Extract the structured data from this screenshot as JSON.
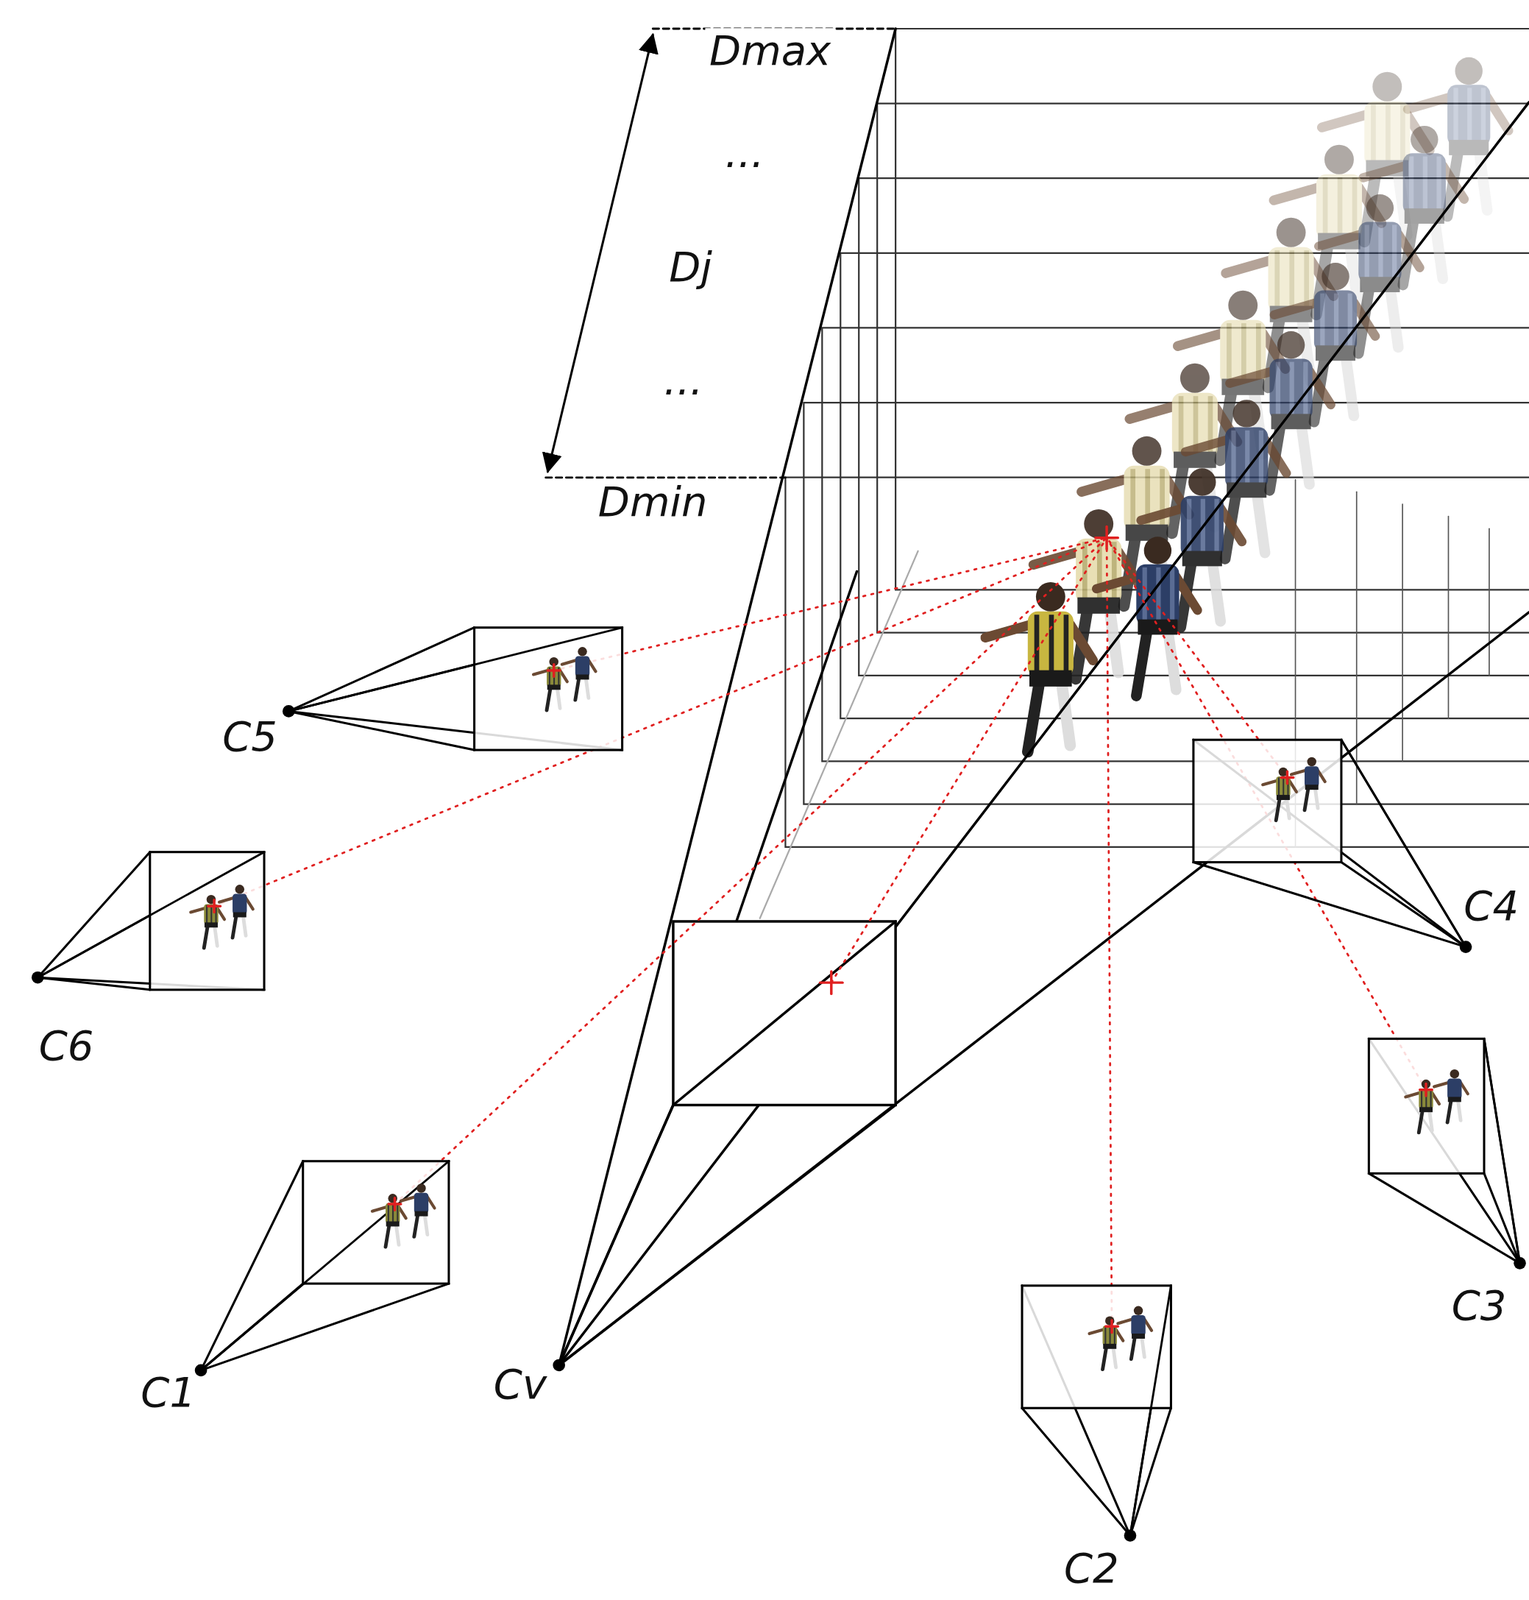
{
  "diagram": {
    "labels": [
      "Dmax",
      "...",
      "Dj",
      "...",
      "Dmin",
      "C5",
      "C6",
      "C1",
      "Cv",
      "C2",
      "C3",
      "C4"
    ]
  }
}
